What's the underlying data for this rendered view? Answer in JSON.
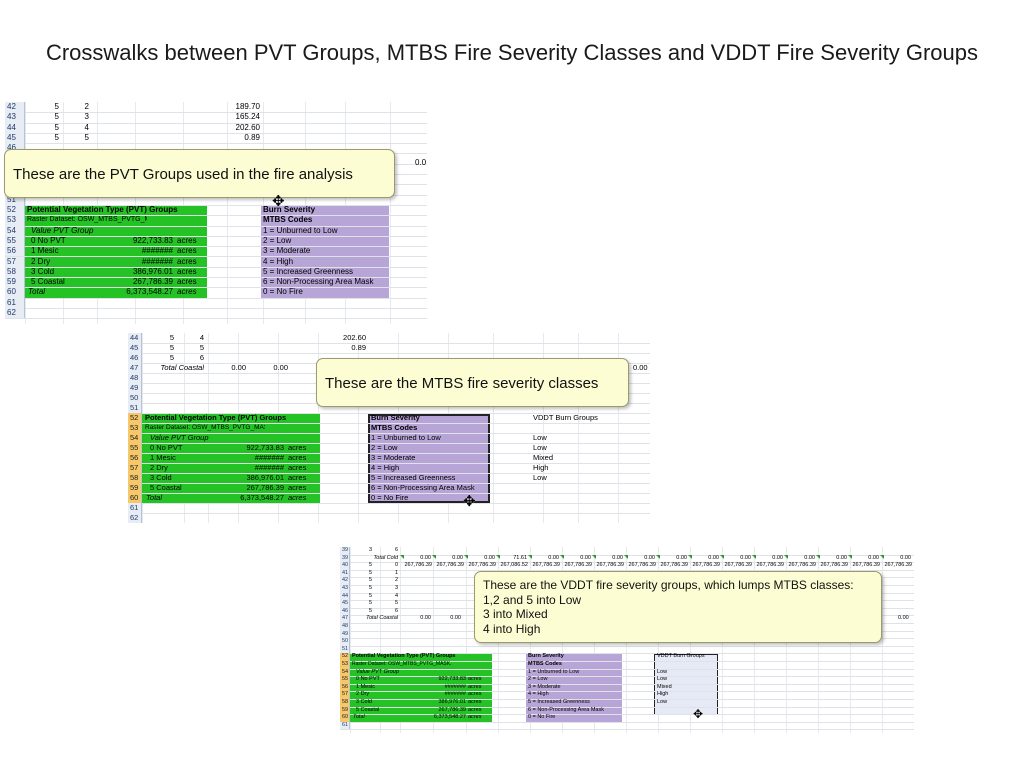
{
  "title": "Crosswalks between PVT Groups, MTBS Fire Severity Classes and VDDT Fire Severity Groups",
  "sheet1": {
    "top_rows": [
      {
        "num": "42",
        "a": "5",
        "b": "2",
        "v": "189.70"
      },
      {
        "num": "43",
        "a": "5",
        "b": "3",
        "v": "165.24"
      },
      {
        "num": "44",
        "a": "5",
        "b": "4",
        "v": "202.60"
      },
      {
        "num": "45",
        "a": "5",
        "b": "5",
        "v": "0.89"
      },
      {
        "num": "46",
        "a": "",
        "b": "",
        "v": ""
      },
      {
        "num": "47",
        "a": "",
        "b": "",
        "v": ""
      },
      {
        "num": "48",
        "a": "",
        "b": "",
        "v": ""
      },
      {
        "num": "49",
        "a": "",
        "b": "",
        "v": ""
      },
      {
        "num": "50",
        "a": "",
        "b": "",
        "v": ""
      },
      {
        "num": "51",
        "a": "",
        "b": "",
        "v": ""
      }
    ],
    "stray_value": "0.0",
    "callout": "These are the PVT Groups used in the fire analysis",
    "pvt_rows": [
      {
        "num": "52",
        "name": "Potential Vegetation Type (PVT) Groups",
        "value": "",
        "unit": ""
      },
      {
        "num": "53",
        "name": "Raster Dataset: OSW_MTBS_PVTG_MASK.IMG",
        "value": "",
        "unit": ""
      },
      {
        "num": "54",
        "name": "Value      PVT Group",
        "value": "",
        "unit": ""
      },
      {
        "num": "55",
        "name": "0  No PVT",
        "value": "922,733.83",
        "unit": "acres"
      },
      {
        "num": "56",
        "name": "1  Mesic",
        "value": "#######",
        "unit": "acres"
      },
      {
        "num": "57",
        "name": "2  Dry",
        "value": "#######",
        "unit": "acres"
      },
      {
        "num": "58",
        "name": "3  Cold",
        "value": "386,976.01",
        "unit": "acres"
      },
      {
        "num": "59",
        "name": "5  Coastal",
        "value": "267,786.39",
        "unit": "acres"
      },
      {
        "num": "60",
        "name": "Total",
        "value": "6,373,548.27",
        "unit": "acres"
      },
      {
        "num": "61",
        "name": "",
        "value": "",
        "unit": ""
      },
      {
        "num": "62",
        "name": "",
        "value": "",
        "unit": ""
      }
    ],
    "burn": [
      "Burn Severity",
      "MTBS Codes",
      "1 =  Unburned to Low",
      "2 =  Low",
      "3 =  Moderate",
      "4 =  High",
      "5 =  Increased Greenness",
      "6 =  Non-Processing Area Mask",
      "0 = No Fire"
    ]
  },
  "sheet2": {
    "top_rows": [
      {
        "num": "44",
        "a": "5",
        "b": "4",
        "v": "202.60"
      },
      {
        "num": "45",
        "a": "5",
        "b": "5",
        "v": "0.89"
      },
      {
        "num": "46",
        "a": "5",
        "b": "6",
        "v": ""
      }
    ],
    "total_row": {
      "num": "47",
      "label": "Total Coastal",
      "vals": [
        "0.00",
        "0.00"
      ],
      "right": "0.00"
    },
    "empty_rows": [
      "48",
      "49",
      "50",
      "51"
    ],
    "callout": "These are the MTBS fire severity classes",
    "pvt_rows": [
      {
        "num": "52",
        "name": "Potential Vegetation Type (PVT) Groups",
        "value": "",
        "unit": ""
      },
      {
        "num": "53",
        "name": "Raster Dataset: OSW_MTBS_PVTG_MASK.IMG",
        "value": "",
        "unit": ""
      },
      {
        "num": "54",
        "name": "Value      PVT Group",
        "value": "",
        "unit": ""
      },
      {
        "num": "55",
        "name": "0  No PVT",
        "value": "922,733.83",
        "unit": "acres"
      },
      {
        "num": "56",
        "name": "1  Mesic",
        "value": "#######",
        "unit": "acres"
      },
      {
        "num": "57",
        "name": "2  Dry",
        "value": "#######",
        "unit": "acres"
      },
      {
        "num": "58",
        "name": "3  Cold",
        "value": "386,976.01",
        "unit": "acres"
      },
      {
        "num": "59",
        "name": "5  Coastal",
        "value": "267,786.39",
        "unit": "acres"
      },
      {
        "num": "60",
        "name": "Total",
        "value": "6,373,548.27",
        "unit": "acres"
      },
      {
        "num": "61",
        "name": "",
        "value": "",
        "unit": ""
      },
      {
        "num": "62",
        "name": "",
        "value": "",
        "unit": ""
      }
    ],
    "burn": [
      "Burn Severity",
      "MTBS Codes",
      "1 =  Unburned to Low",
      "2 =  Low",
      "3 =  Moderate",
      "4 =  High",
      "5 =  Increased Greenness",
      "6 =  Non-Processing Area Mask",
      "0 = No Fire"
    ],
    "vddt_header": "VDDT Burn Groups",
    "vddt": [
      "",
      "",
      "Low",
      "Low",
      "Mixed",
      "High",
      "Low",
      "",
      ""
    ]
  },
  "sheet3": {
    "row39": {
      "num": "39",
      "a": "3",
      "b": "6"
    },
    "row_total": {
      "num": "39",
      "label": "Total Cold",
      "vals": [
        "0.00",
        "0.00",
        "0.00",
        "71.61",
        "0.00",
        "0.00",
        "0.00",
        "0.00",
        "0.00",
        "0.00",
        "0.00",
        "0.00",
        "0.00",
        "0.00",
        "0.00",
        "0.00"
      ]
    },
    "row40": {
      "num": "40",
      "a": "5",
      "b": "0",
      "vals": [
        "267,786.39",
        "267,786.39",
        "267,786.39",
        "267,086.52",
        "267,786.39",
        "267,786.39",
        "267,786.39",
        "267,786.39",
        "267,786.39",
        "267,786.39",
        "267,786.39",
        "267,786.39",
        "267,786.39",
        "267,786.39",
        "267,786.39",
        "267,786.39"
      ]
    },
    "small_rows": [
      {
        "num": "41",
        "a": "5",
        "b": "1"
      },
      {
        "num": "42",
        "a": "5",
        "b": "2"
      },
      {
        "num": "43",
        "a": "5",
        "b": "3"
      },
      {
        "num": "44",
        "a": "5",
        "b": "4"
      },
      {
        "num": "45",
        "a": "5",
        "b": "5"
      },
      {
        "num": "46",
        "a": "5",
        "b": "6"
      }
    ],
    "total_row": {
      "num": "47",
      "label": "Total Coastal",
      "vals": [
        "0.00",
        "0.00"
      ],
      "right": "0.00"
    },
    "empty_rows": [
      "48",
      "49",
      "50",
      "51"
    ],
    "callout_lines": [
      "These are the VDDT fire severity groups, which lumps MTBS classes:",
      "1,2 and 5 into Low",
      "3 into Mixed",
      "4 into High"
    ],
    "pvt_rows": [
      {
        "num": "52",
        "name": "Potential Vegetation Type (PVT) Groups",
        "value": "",
        "unit": ""
      },
      {
        "num": "53",
        "name": "Raster Dataset: OSW_MTBS_PVTG_MASK.IMG",
        "value": "",
        "unit": ""
      },
      {
        "num": "54",
        "name": "Value      PVT Group",
        "value": "",
        "unit": ""
      },
      {
        "num": "55",
        "name": "0  No PVT",
        "value": "922,733.83",
        "unit": "acres"
      },
      {
        "num": "56",
        "name": "1  Mesic",
        "value": "#######",
        "unit": "acres"
      },
      {
        "num": "57",
        "name": "2  Dry",
        "value": "#######",
        "unit": "acres"
      },
      {
        "num": "58",
        "name": "3  Cold",
        "value": "386,976.01",
        "unit": "acres"
      },
      {
        "num": "59",
        "name": "5  Coastal",
        "value": "267,786.39",
        "unit": "acres"
      },
      {
        "num": "60",
        "name": "Total",
        "value": "6,373,548.27",
        "unit": "acres"
      },
      {
        "num": "61",
        "name": "",
        "value": "",
        "unit": ""
      }
    ],
    "burn": [
      "Burn Severity",
      "MTBS Codes",
      "1 =  Unburned to Low",
      "2 =  Low",
      "3 =  Moderate",
      "4 =  High",
      "5 =  Increased Greenness",
      "6 =  Non-Processing Area Mask",
      "0 = No Fire"
    ],
    "vddt_header": "VDDT Burn Groups",
    "vddt": [
      "",
      "",
      "Low",
      "Low",
      "Mixed",
      "High",
      "Low",
      "",
      ""
    ]
  },
  "colors": {
    "pvt_green": "#25c225",
    "burn_purple": "#b8a5d8",
    "callout_yellow": "#fdfdd3",
    "row_header": "#e8edf5",
    "row_header_selected": "#f7c869"
  }
}
